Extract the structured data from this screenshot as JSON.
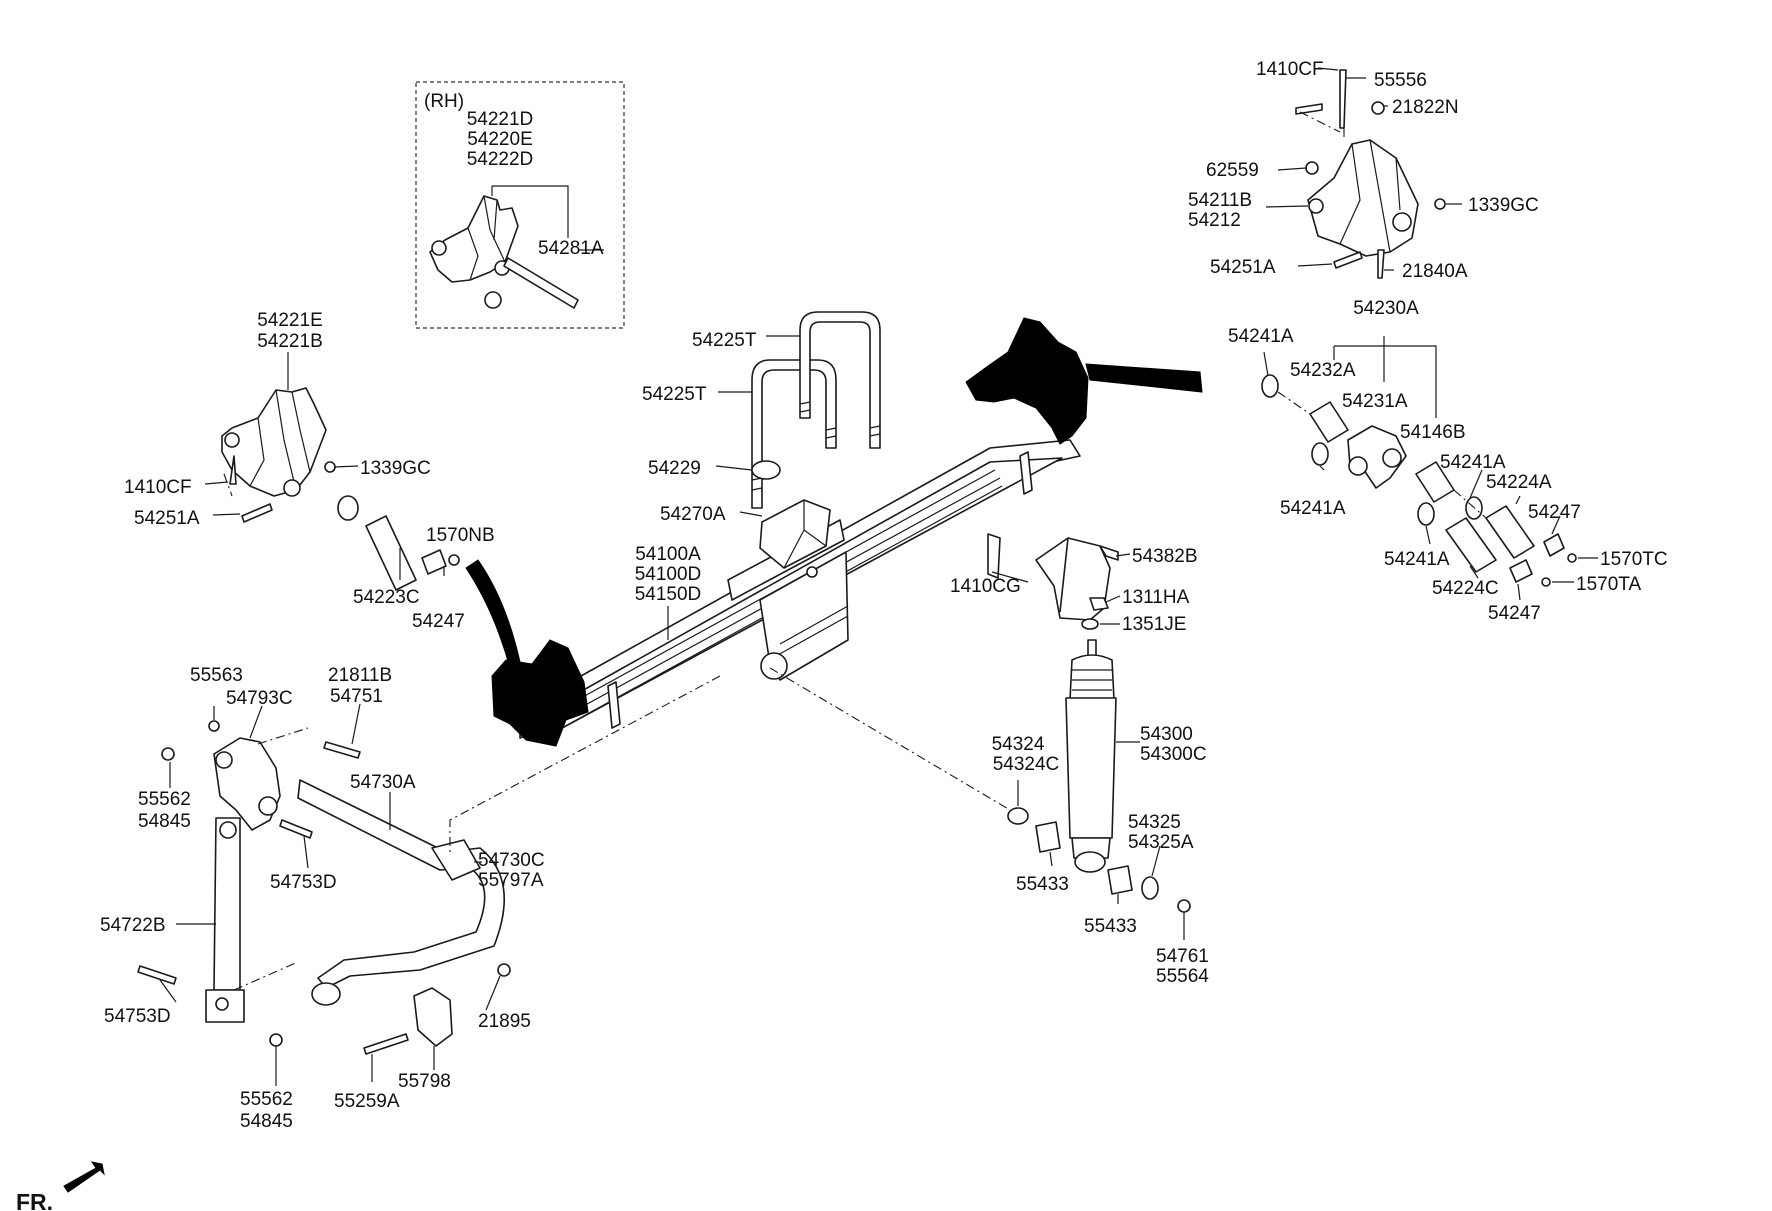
{
  "labels": {
    "rh": "(RH)",
    "p54221D": "54221D",
    "p54220E": "54220E",
    "p54222D": "54222D",
    "p54281A": "54281A",
    "p54221E": "54221E",
    "p54221B": "54221B",
    "p1410CF_l": "1410CF",
    "p1339GC_l": "1339GC",
    "p54251A_l": "54251A",
    "p1570NB": "1570NB",
    "p54223C": "54223C",
    "p54247_l": "54247",
    "p54225T_a": "54225T",
    "p54225T_b": "54225T",
    "p54229": "54229",
    "p54270A": "54270A",
    "p54100A": "54100A",
    "p54100D": "54100D",
    "p54150D": "54150D",
    "p1410CF_r": "1410CF",
    "p55556": "55556",
    "p21822N": "21822N",
    "p62559": "62559",
    "p54211B": "54211B",
    "p54212": "54212",
    "p1339GC_r": "1339GC",
    "p54251A_r": "54251A",
    "p21840A": "21840A",
    "p54230A": "54230A",
    "p54241A_1": "54241A",
    "p54232A": "54232A",
    "p54231A": "54231A",
    "p54146B": "54146B",
    "p54241A_2": "54241A",
    "p54241A_3": "54241A",
    "p54224A": "54224A",
    "p54247_r1": "54247",
    "p54241A_4": "54241A",
    "p1570TC": "1570TC",
    "p54224C": "54224C",
    "p1570TA": "1570TA",
    "p54247_r2": "54247",
    "p1410CG": "1410CG",
    "p54382B": "54382B",
    "p1311HA": "1311HA",
    "p1351JE": "1351JE",
    "p54324": "54324",
    "p54324C": "54324C",
    "p54300": "54300",
    "p54300C": "54300C",
    "p54325": "54325",
    "p54325A": "54325A",
    "p55433_a": "55433",
    "p55433_b": "55433",
    "p54761": "54761",
    "p55564": "55564",
    "p55563": "55563",
    "p54793C": "54793C",
    "p21811B": "21811B",
    "p54751": "54751",
    "p55562_a": "55562",
    "p54845_a": "54845",
    "p54730A": "54730A",
    "p54753D_a": "54753D",
    "p54730C": "54730C",
    "p55797A": "55797A",
    "p54722B": "54722B",
    "p54753D_b": "54753D",
    "p21895": "21895",
    "p55798": "55798",
    "p55259A": "55259A",
    "p55562_b": "55562",
    "p54845_b": "54845",
    "fr": "FR."
  }
}
